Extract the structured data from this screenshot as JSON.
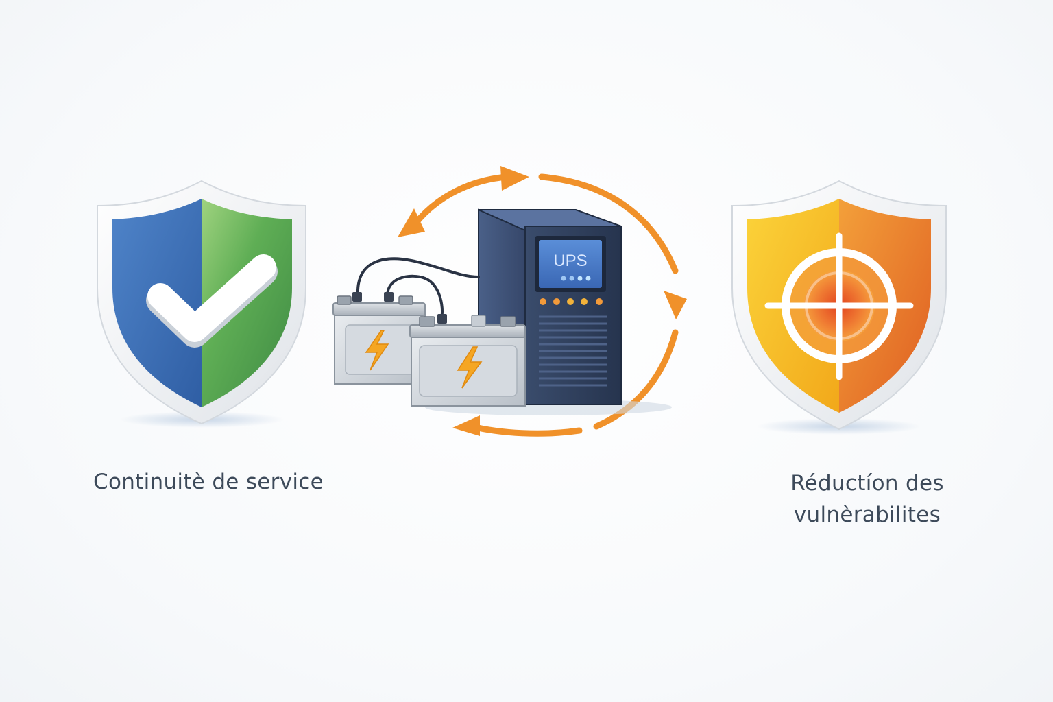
{
  "left_panel": {
    "icon": "shield-check-icon",
    "label": "Continuitè de service",
    "colors": {
      "left_half": "#3f6fb6",
      "right_half": "#4b9a4a",
      "check": "#ffffff"
    }
  },
  "center_panel": {
    "device_label": "UPS",
    "icons": [
      "ups-tower-icon",
      "battery-bolt-icon",
      "battery-bolt-icon",
      "cycle-arrows-icon"
    ],
    "colors": {
      "arrows": "#f0912a",
      "tower": "#2f3f5c",
      "screen": "#3e6fbe",
      "bolt": "#f5a623"
    }
  },
  "right_panel": {
    "icon": "shield-target-icon",
    "label_line1": "Réductíon des",
    "label_line2": "vulnèrabilites",
    "colors": {
      "left_half": "#f5b51e",
      "right_half": "#e8702a",
      "target": "#ffffff"
    }
  }
}
